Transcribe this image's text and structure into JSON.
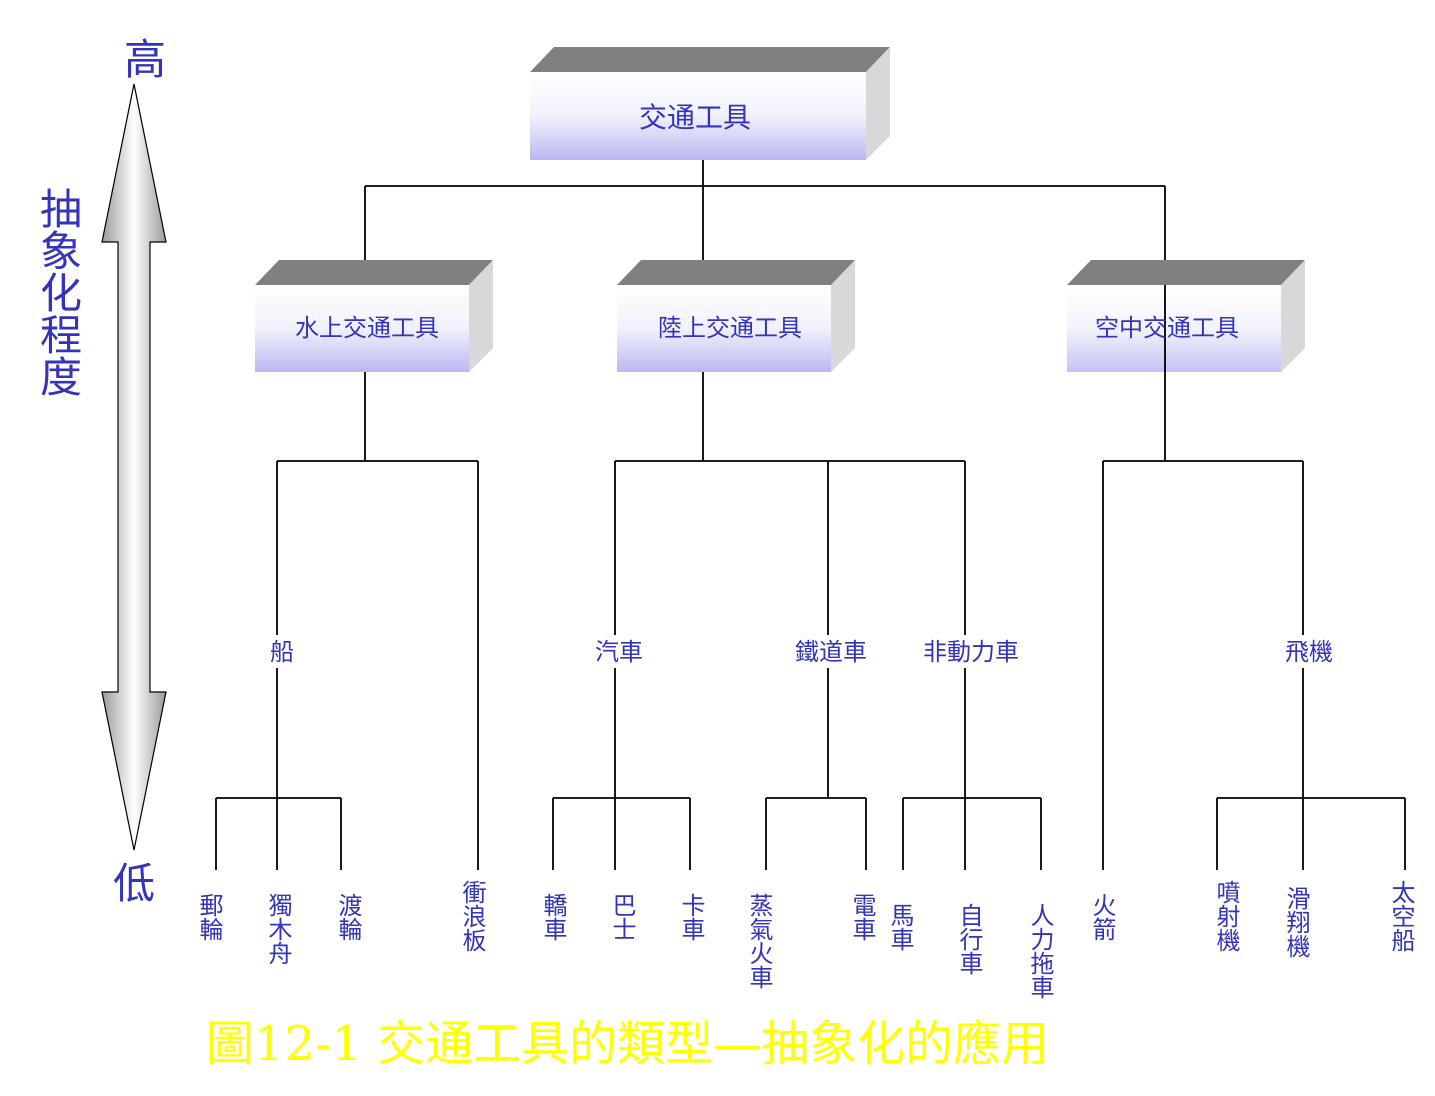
{
  "axis": {
    "high": "高",
    "low": "低",
    "title": "抽象化程度"
  },
  "root": {
    "label": "交通工具"
  },
  "categories": [
    {
      "label": "水上交通工具"
    },
    {
      "label": "陸上交通工具"
    },
    {
      "label": "空中交通工具"
    }
  ],
  "subcategories": {
    "ship": "船",
    "car": "汽車",
    "railway": "鐵道車",
    "unpowered": "非動力車",
    "airplane": "飛機"
  },
  "leaves": {
    "cruise_ship": "郵輪",
    "canoe": "獨木舟",
    "ferry": "渡輪",
    "surfboard": "衝浪板",
    "sedan": "轎車",
    "bus": "巴士",
    "truck": "卡車",
    "steam_train": "蒸氣火車",
    "tram": "電車",
    "horse_carriage": "馬車",
    "bicycle": "自行車",
    "rickshaw": "人力拖車",
    "rocket": "火箭",
    "jet": "噴射機",
    "glider": "滑翔機",
    "spaceship": "太空船"
  },
  "caption": "圖12-1 交通工具的類型—抽象化的應用",
  "colors": {
    "text": "#3333bb",
    "caption": "#ffff00",
    "box_top": "#808080",
    "box_side": "#d8d8d8",
    "box_face_top": "#ffffff",
    "box_face_bottom": "#b8b8f2",
    "lines": "#000000"
  }
}
